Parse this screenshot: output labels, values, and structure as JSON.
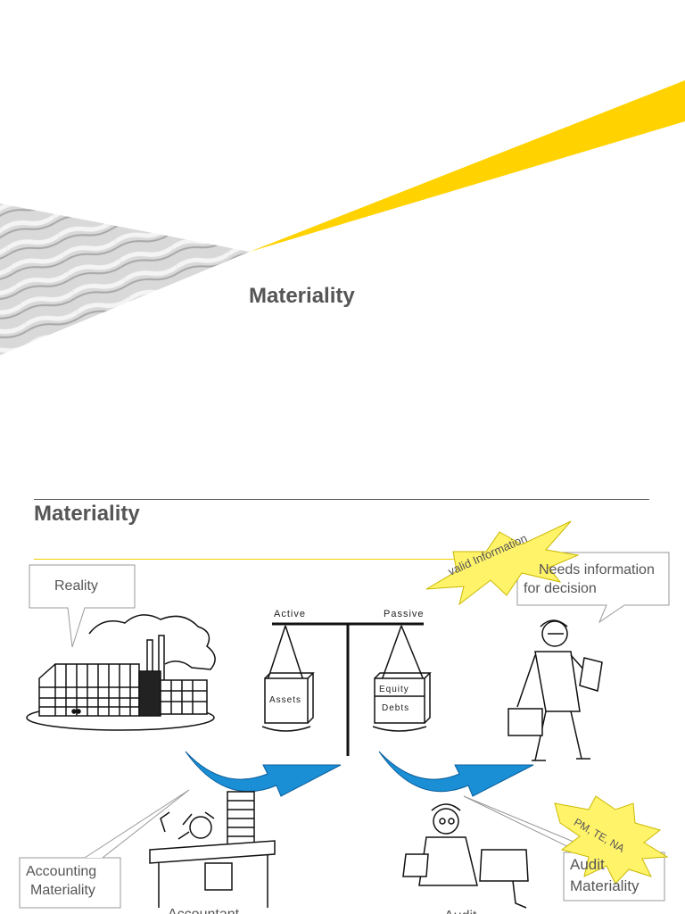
{
  "slide1": {
    "title": "Materiality"
  },
  "slide2": {
    "title": "Materiality",
    "callouts": {
      "reality": "Reality",
      "needs_info_line1": "Needs information",
      "needs_info_line2": "for decision",
      "accounting_line1": "Accounting",
      "accounting_line2": "Materiality",
      "audit_line1": "Audit",
      "audit_line2": "Materiality"
    },
    "stars": {
      "valid": "valid Information",
      "pm": "PM, TE, NA"
    },
    "scale": {
      "left_pan": "Active",
      "right_pan": "Passive",
      "left_box": "Assets",
      "right_box_top": "Equity",
      "right_box_bottom": "Debts"
    },
    "figure_captions": {
      "accountant": "Accountant",
      "auditor": "Audit"
    }
  },
  "colors": {
    "accent_yellow": "#ffd200",
    "title_gray": "#555555",
    "arrow_blue": "#1a8fd6",
    "star_yellow": "#fff36a"
  }
}
